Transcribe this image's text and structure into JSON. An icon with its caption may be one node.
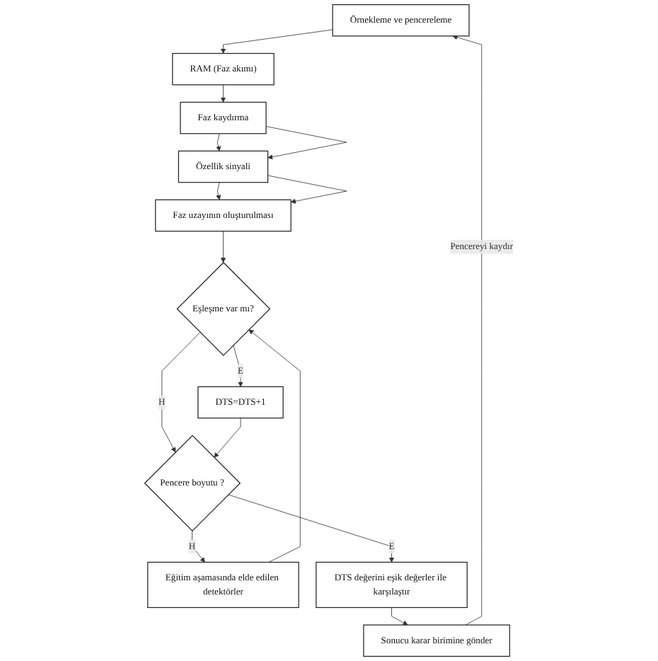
{
  "diagram": {
    "nodes": [
      {
        "text": [
          "Örnekleme ve pencereleme"
        ]
      },
      {
        "text": [
          "RAM (Faz akımı)"
        ]
      },
      {
        "text": [
          "Faz kaydırma"
        ]
      },
      {
        "text": [
          "Özellik sinyali"
        ]
      },
      {
        "text": [
          "Faz uzayının oluşturulması"
        ]
      },
      {
        "text": [
          "Eğitim aşamasında elde edilen detektörler"
        ]
      },
      {
        "text": [
          "Eşleşme var mı?"
        ]
      },
      {
        "text": [
          "DTS=DTS+1"
        ]
      },
      {
        "text": [
          "Pencere boyutu ?"
        ]
      },
      {
        "text": [
          "DTS değerini eşik değerler ile karşılaştır"
        ]
      },
      {
        "text": [
          "Sonucu karar birimine gönder"
        ]
      }
    ],
    "edges": [
      {
        "from": 0,
        "to": 1,
        "arrow": "to"
      },
      {
        "from": 1,
        "to": 2,
        "arrow": "to"
      },
      {
        "from": 2,
        "to": 3,
        "arrow": "to"
      },
      {
        "from": 2,
        "to": 3,
        "arrow": "to"
      },
      {
        "from": 3,
        "to": 4,
        "arrow": "to"
      },
      {
        "from": 3,
        "to": 4,
        "arrow": "to"
      },
      {
        "from": 4,
        "to": 6,
        "arrow": "to"
      },
      {
        "from": 5,
        "to": 6,
        "arrow": "to"
      },
      {
        "from": 6,
        "to": 7,
        "label": "E",
        "arrow": "to"
      },
      {
        "from": 6,
        "to": 8,
        "label": "H",
        "arrow": "to"
      },
      {
        "from": 7,
        "to": 8,
        "arrow": "to"
      },
      {
        "from": 8,
        "to": 5,
        "label": "H",
        "arrow": "to"
      },
      {
        "from": 8,
        "to": 9,
        "label": "E",
        "arrow": "to"
      },
      {
        "from": 9,
        "to": 10,
        "arrow": "to"
      },
      {
        "from": 10,
        "to": 0,
        "label": "Pencereyi kaydır",
        "arrow": "to"
      }
    ]
  }
}
